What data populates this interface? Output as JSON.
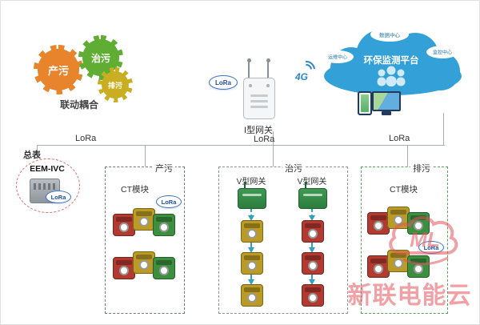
{
  "gears": {
    "caption": "联动耦合",
    "items": [
      {
        "label": "产污",
        "color": "#e8842b"
      },
      {
        "label": "治污",
        "color": "#5fae33"
      },
      {
        "label": "排污",
        "color": "#c9ae22"
      }
    ]
  },
  "gateway_i": {
    "label": "I型网关",
    "lora_badge": "LoRa",
    "network_badge": "4G"
  },
  "cloud": {
    "title": "环保监测平台",
    "node_top": "数据中心",
    "node_left": "运维中心",
    "node_right": "监控中心",
    "color": "#33a0d8"
  },
  "backbone": {
    "lora_left": "LoRa",
    "lora_mid": "LoRa",
    "lora_right": "LoRa"
  },
  "meter": {
    "title": "总表",
    "device_label": "EEM-IVC",
    "lora_badge": "LoRa"
  },
  "sections": {
    "produce": {
      "title": "产污",
      "device_label": "CT模块",
      "lora_badge": "LoRa"
    },
    "treat": {
      "title": "治污",
      "gateway_left_label": "V型网关",
      "gateway_right_label": "V型网关"
    },
    "discharge": {
      "title": "排污",
      "device_label": "CT模块",
      "lora_badge": "LoRa"
    }
  },
  "watermark": {
    "logo_text": "ML",
    "brand_text": "新联电能云",
    "color": "#e2565e"
  }
}
